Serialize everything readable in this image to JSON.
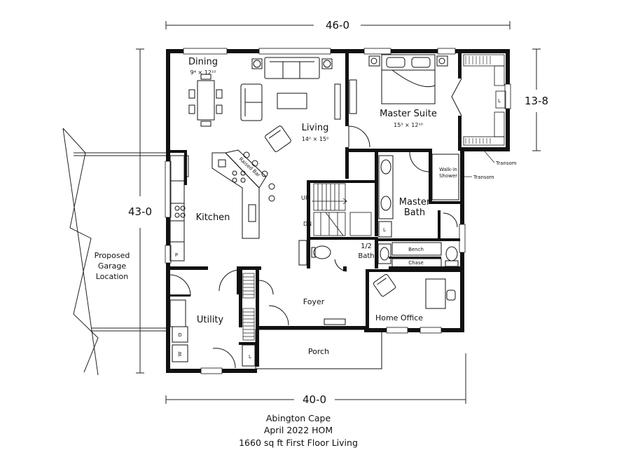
{
  "dimensions": {
    "top": "46-0",
    "bottom": "40-0",
    "left": "43-0",
    "right": "13-8"
  },
  "rooms": {
    "dining": {
      "name": "Dining",
      "size": "9⁴ × 12¹⁰"
    },
    "living": {
      "name": "Living",
      "size": "14⁰ × 15⁰"
    },
    "master_suite": {
      "name": "Master Suite",
      "size": "15³ × 12¹⁰"
    },
    "kitchen": {
      "name": "Kitchen"
    },
    "raised_bar": "Raised Bar",
    "master_bath_line1": "Master",
    "master_bath_line2": "Bath",
    "half_bath_line1": "1/2",
    "half_bath_line2": "Bath",
    "walkin_line1": "Walk-in",
    "walkin_line2": "Shower",
    "utility": "Utility",
    "foyer": "Foyer",
    "home_office": "Home Office",
    "porch": "Porch",
    "bench": "Bench",
    "chase": "Chase"
  },
  "labels": {
    "up": "UP",
    "dn": "DN",
    "transom1": "Transom",
    "transom2": "Transom",
    "linen_mb": "L",
    "linen_closet": "L",
    "linen_bath": "L",
    "pantry": "P",
    "dryer": "D",
    "washer": "W"
  },
  "garage": {
    "line1": "Proposed",
    "line2": "Garage",
    "line3": "Location"
  },
  "footer": {
    "line1": "Abington Cape",
    "line2": "April 2022 HOM",
    "line3": "1660 sq ft First Floor Living"
  }
}
